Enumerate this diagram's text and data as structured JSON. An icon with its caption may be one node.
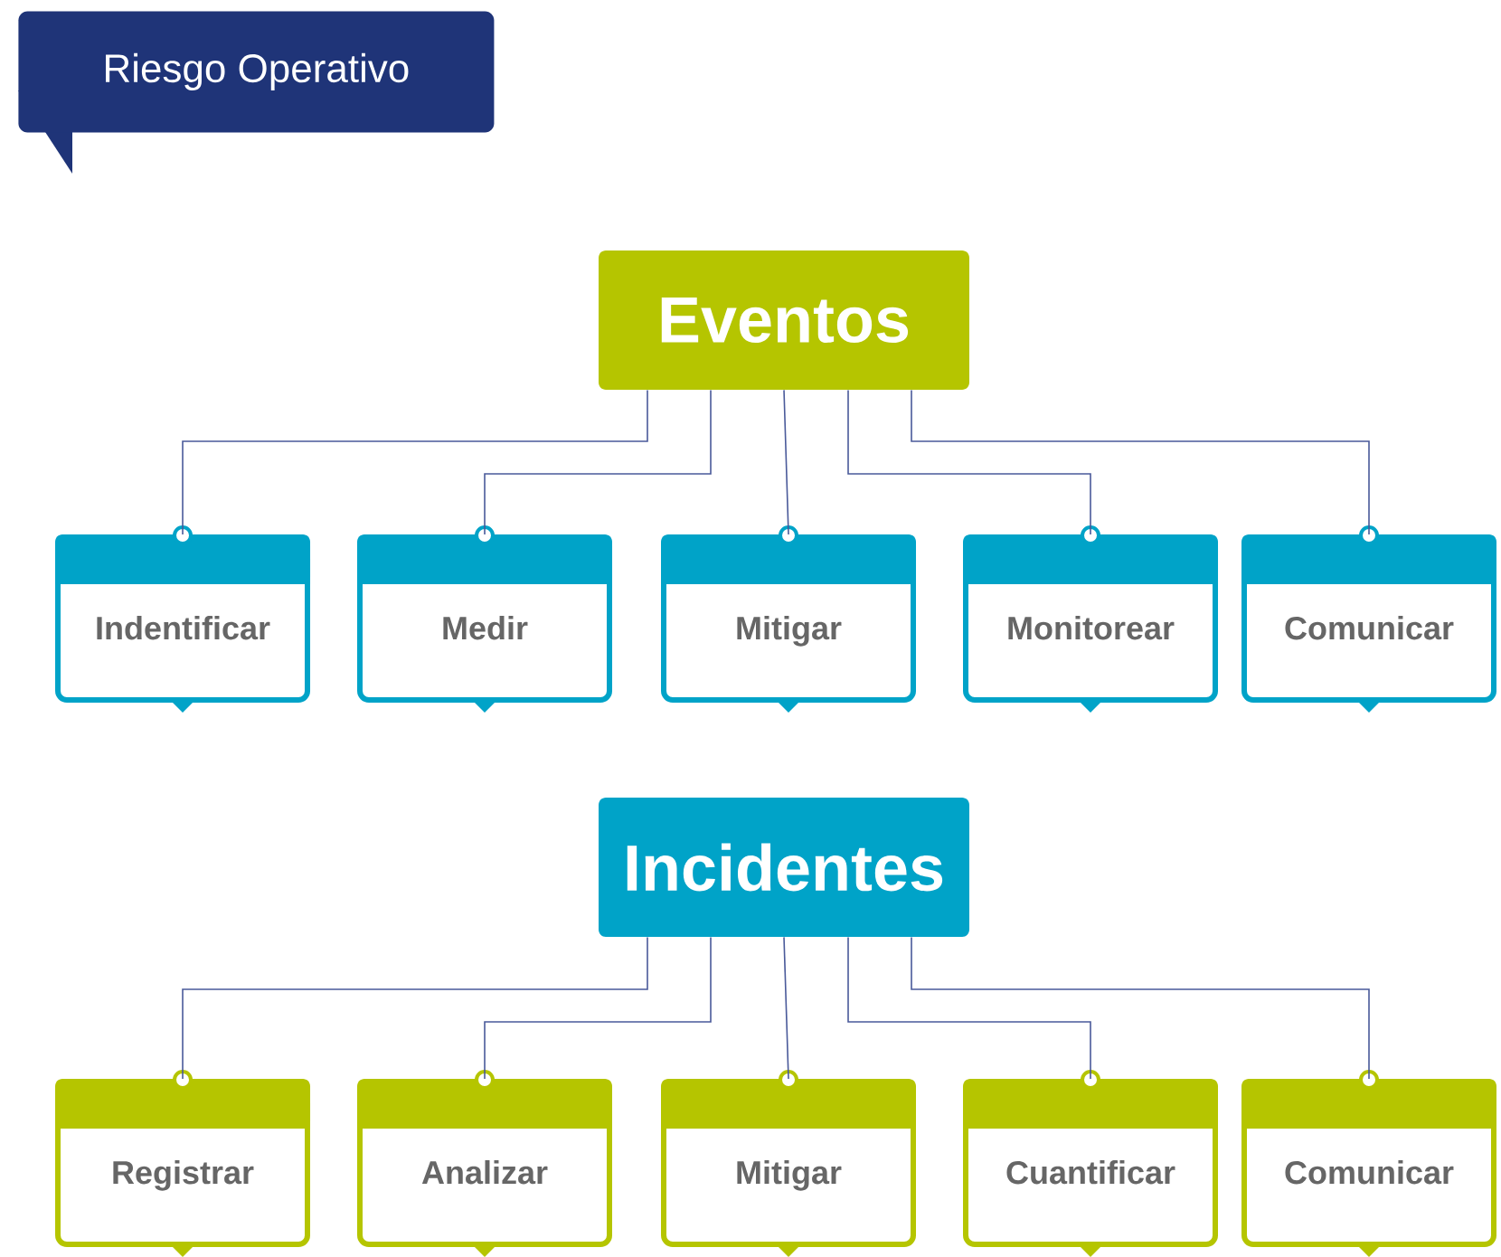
{
  "diagram": {
    "title": "Riesgo Operativo",
    "nodes": [
      {
        "text": [
          "Eventos"
        ]
      },
      {
        "text": [
          "Indentificar"
        ]
      },
      {
        "text": [
          "Medir"
        ]
      },
      {
        "text": [
          "Mitigar"
        ]
      },
      {
        "text": [
          "Monitorear"
        ]
      },
      {
        "text": [
          "Comunicar"
        ]
      },
      {
        "text": [
          "Incidentes"
        ]
      },
      {
        "text": [
          "Registrar"
        ]
      },
      {
        "text": [
          "Analizar"
        ]
      },
      {
        "text": [
          "Mitigar"
        ]
      },
      {
        "text": [
          "Cuantificar"
        ]
      },
      {
        "text": [
          "Comunicar"
        ]
      }
    ],
    "edges": [
      {
        "from": 0,
        "to": 1,
        "arrow": "none"
      },
      {
        "from": 0,
        "to": 2,
        "arrow": "none"
      },
      {
        "from": 0,
        "to": 3,
        "arrow": "none"
      },
      {
        "from": 0,
        "to": 4,
        "arrow": "none"
      },
      {
        "from": 0,
        "to": 5,
        "arrow": "none"
      },
      {
        "from": 6,
        "to": 7,
        "arrow": "none"
      },
      {
        "from": 6,
        "to": 8,
        "arrow": "none"
      },
      {
        "from": 6,
        "to": 9,
        "arrow": "none"
      },
      {
        "from": 6,
        "to": 10,
        "arrow": "none"
      },
      {
        "from": 6,
        "to": 11,
        "arrow": "none"
      }
    ]
  }
}
